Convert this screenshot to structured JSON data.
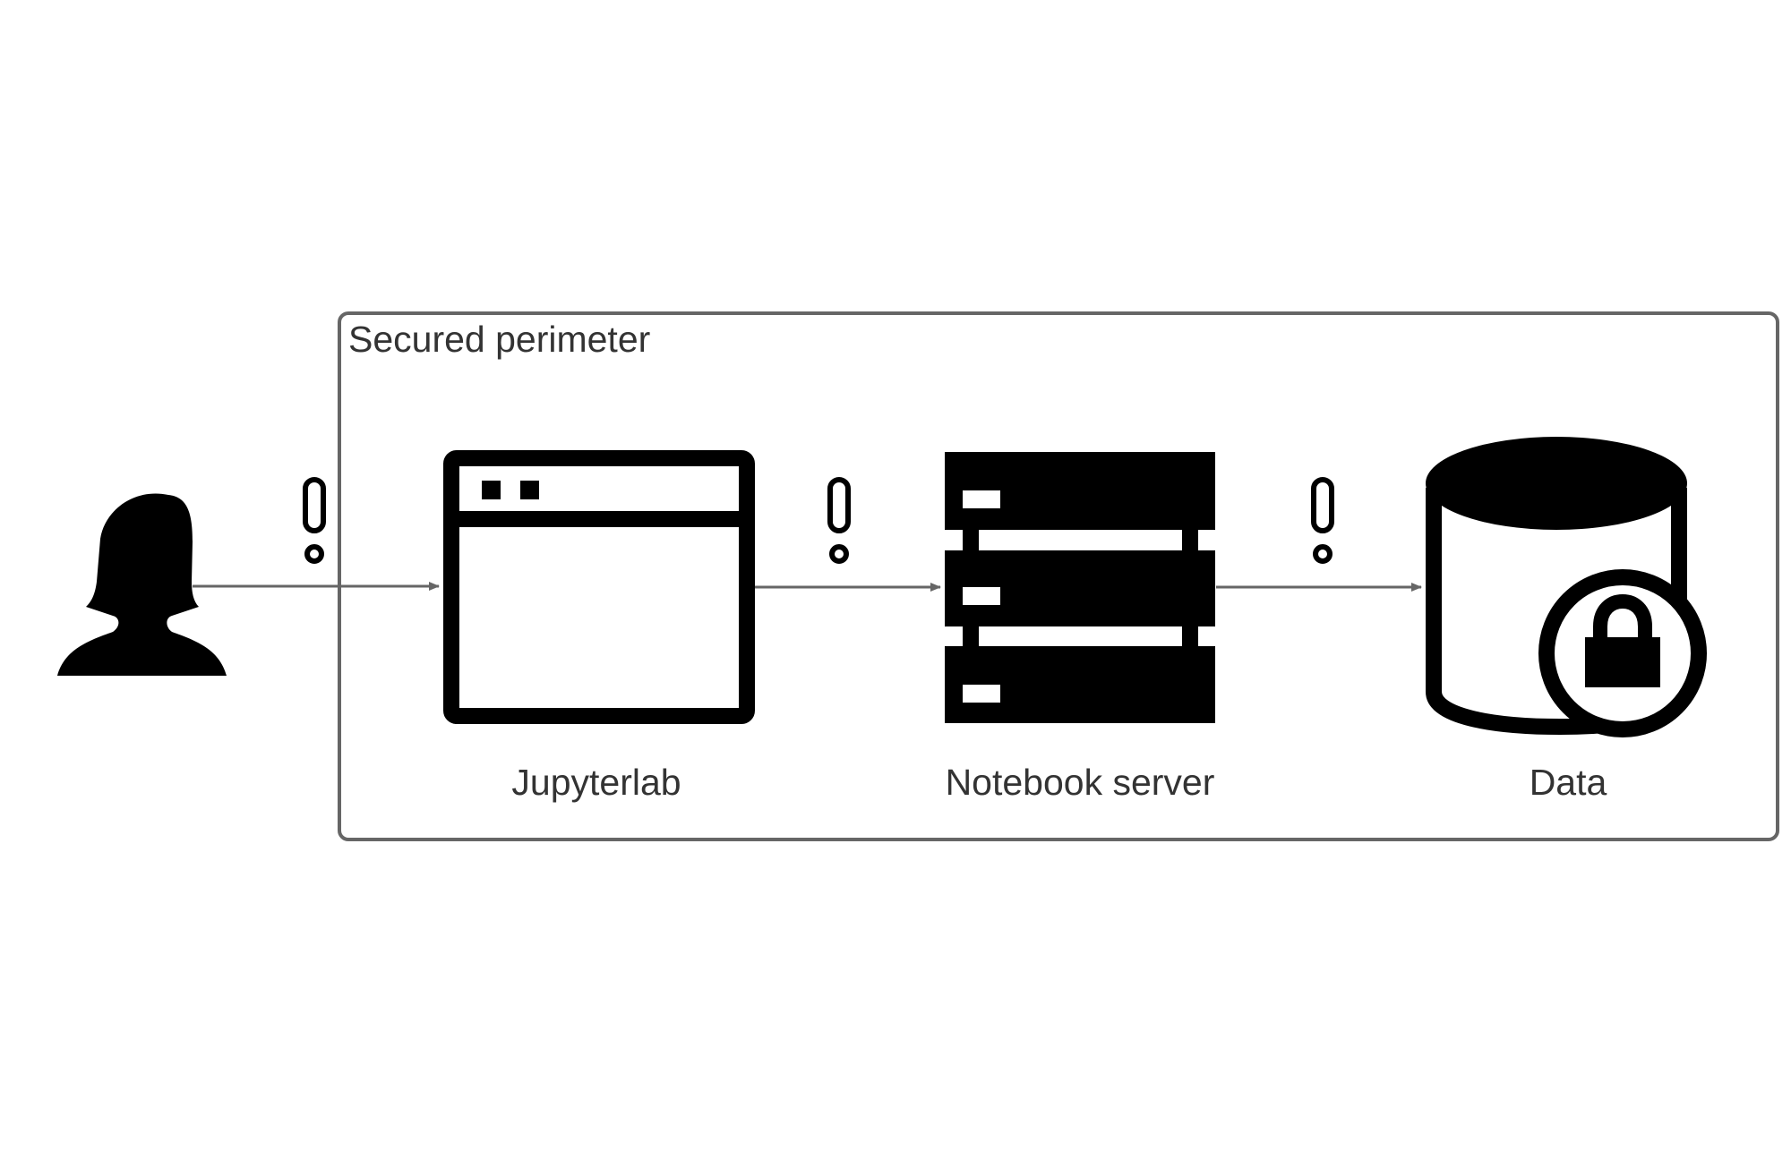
{
  "perimeter": {
    "label": "Secured perimeter"
  },
  "nodes": [
    {
      "id": "user",
      "icon": "user-icon",
      "label": ""
    },
    {
      "id": "jupyterlab",
      "icon": "browser-window-icon",
      "label": "Jupyterlab"
    },
    {
      "id": "notebook-server",
      "icon": "server-rack-icon",
      "label": "Notebook server"
    },
    {
      "id": "data",
      "icon": "locked-database-icon",
      "label": "Data"
    }
  ],
  "edges": [
    {
      "from": "user",
      "to": "jupyterlab",
      "marker": "!"
    },
    {
      "from": "jupyterlab",
      "to": "notebook-server",
      "marker": "!"
    },
    {
      "from": "notebook-server",
      "to": "data",
      "marker": "!"
    }
  ],
  "colors": {
    "icon": "#000000",
    "line": "#666666",
    "border": "#666666",
    "text": "#333333"
  }
}
